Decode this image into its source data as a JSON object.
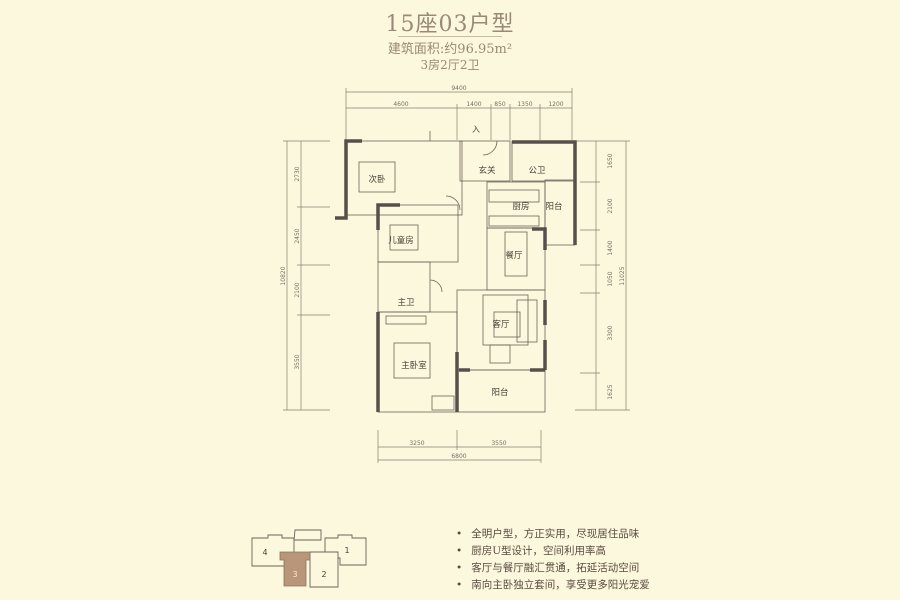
{
  "header": {
    "title": "15座03户型",
    "area": "建筑面积:约96.95m²",
    "layout": "3房2厅2卫"
  },
  "plan": {
    "entrance_mark": "入",
    "rooms": {
      "second_bedroom": "次卧",
      "kids_room": "儿童房",
      "master_bath": "主卫",
      "master_bedroom": "主卧室",
      "foyer": "玄关",
      "public_bath": "公卫",
      "kitchen": "厨房",
      "service_balcony": "阳台",
      "dining": "餐厅",
      "living": "客厅",
      "balcony": "阳台"
    },
    "dimensions": {
      "top_total": "9400",
      "top": [
        "4600",
        "1400",
        "850",
        "1350",
        "1200"
      ],
      "left_total": "10820",
      "left": [
        "2730",
        "2450",
        "2100",
        "3550"
      ],
      "right_total": "11025",
      "right": [
        "1650",
        "2100",
        "1400",
        "1050",
        "3300",
        "1625"
      ],
      "bottom_total": "6800",
      "bottom": [
        "3250",
        "3550"
      ]
    }
  },
  "key_plan": {
    "units": [
      "4",
      "3",
      "2",
      "1"
    ],
    "highlight_color": "#b9967a"
  },
  "features": [
    "全明户型，方正实用，尽现居住品味",
    "厨房U型设计，空间利用率高",
    "客厅与餐厅融汇贯通，拓延活动空间",
    "南向主卧独立套间，享受更多阳光宠爱"
  ]
}
